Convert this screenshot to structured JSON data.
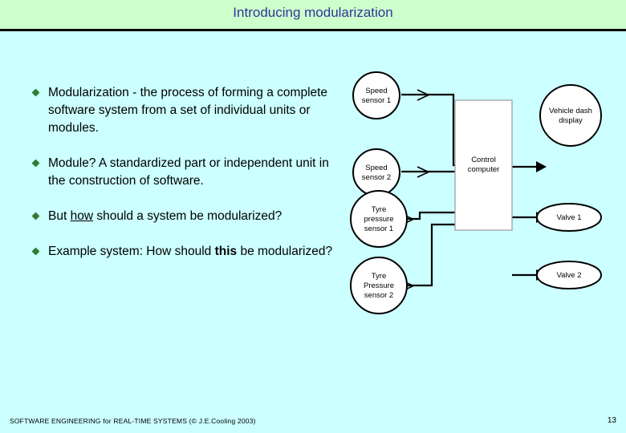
{
  "slide": {
    "title": "Introducing modularization",
    "header_bg": "#ccffcc",
    "body_bg": "#ccffff",
    "title_color": "#333399",
    "bullet_color": "#2f7d32"
  },
  "bullets": [
    {
      "id": "modularization-definition",
      "parts": [
        {
          "text": "Modularization  -  the process of forming a complete software system from a set of individual units or modules.",
          "style": "normal"
        }
      ]
    },
    {
      "id": "module-definition",
      "parts": [
        {
          "text": "Module? A standardized part or independent unit in the construction of software.",
          "style": "normal"
        }
      ]
    },
    {
      "id": "how-modularize-question",
      "parts": [
        {
          "text": "But ",
          "style": "normal"
        },
        {
          "text": "how",
          "style": "underline"
        },
        {
          "text": " should a system be modularized?",
          "style": "normal"
        }
      ]
    },
    {
      "id": "example-system-question",
      "parts": [
        {
          "text": "Example system:  How should ",
          "style": "normal"
        },
        {
          "text": "this",
          "style": "bold"
        },
        {
          "text": " be modularized?",
          "style": "normal"
        }
      ]
    }
  ],
  "diagram": {
    "name": "vehicle-control-system-block-diagram",
    "inputs": [
      {
        "id": "speed-sensor-1",
        "lines": [
          "Speed",
          "sensor 1"
        ]
      },
      {
        "id": "speed-sensor-2",
        "lines": [
          "Speed",
          "sensor 2"
        ]
      },
      {
        "id": "tyre-pressure-sensor-1",
        "lines": [
          "Tyre",
          "pressure",
          "sensor 1"
        ]
      },
      {
        "id": "tyre-pressure-sensor-2",
        "lines": [
          "Tyre",
          "Pressure",
          "sensor 2"
        ]
      }
    ],
    "processor": {
      "id": "control-computer",
      "lines": [
        "Control",
        "computer"
      ]
    },
    "outputs": [
      {
        "id": "vehicle-dash-display",
        "lines": [
          "Vehicle dash",
          "display"
        ]
      },
      {
        "id": "valve-1",
        "lines": [
          "Valve 1"
        ]
      },
      {
        "id": "valve-2",
        "lines": [
          "Valve 2"
        ]
      }
    ]
  },
  "footer": {
    "credit": "SOFTWARE ENGINEERING for REAL-TIME SYSTEMS (© J.E.Cooling 2003)",
    "page_number": "13"
  }
}
